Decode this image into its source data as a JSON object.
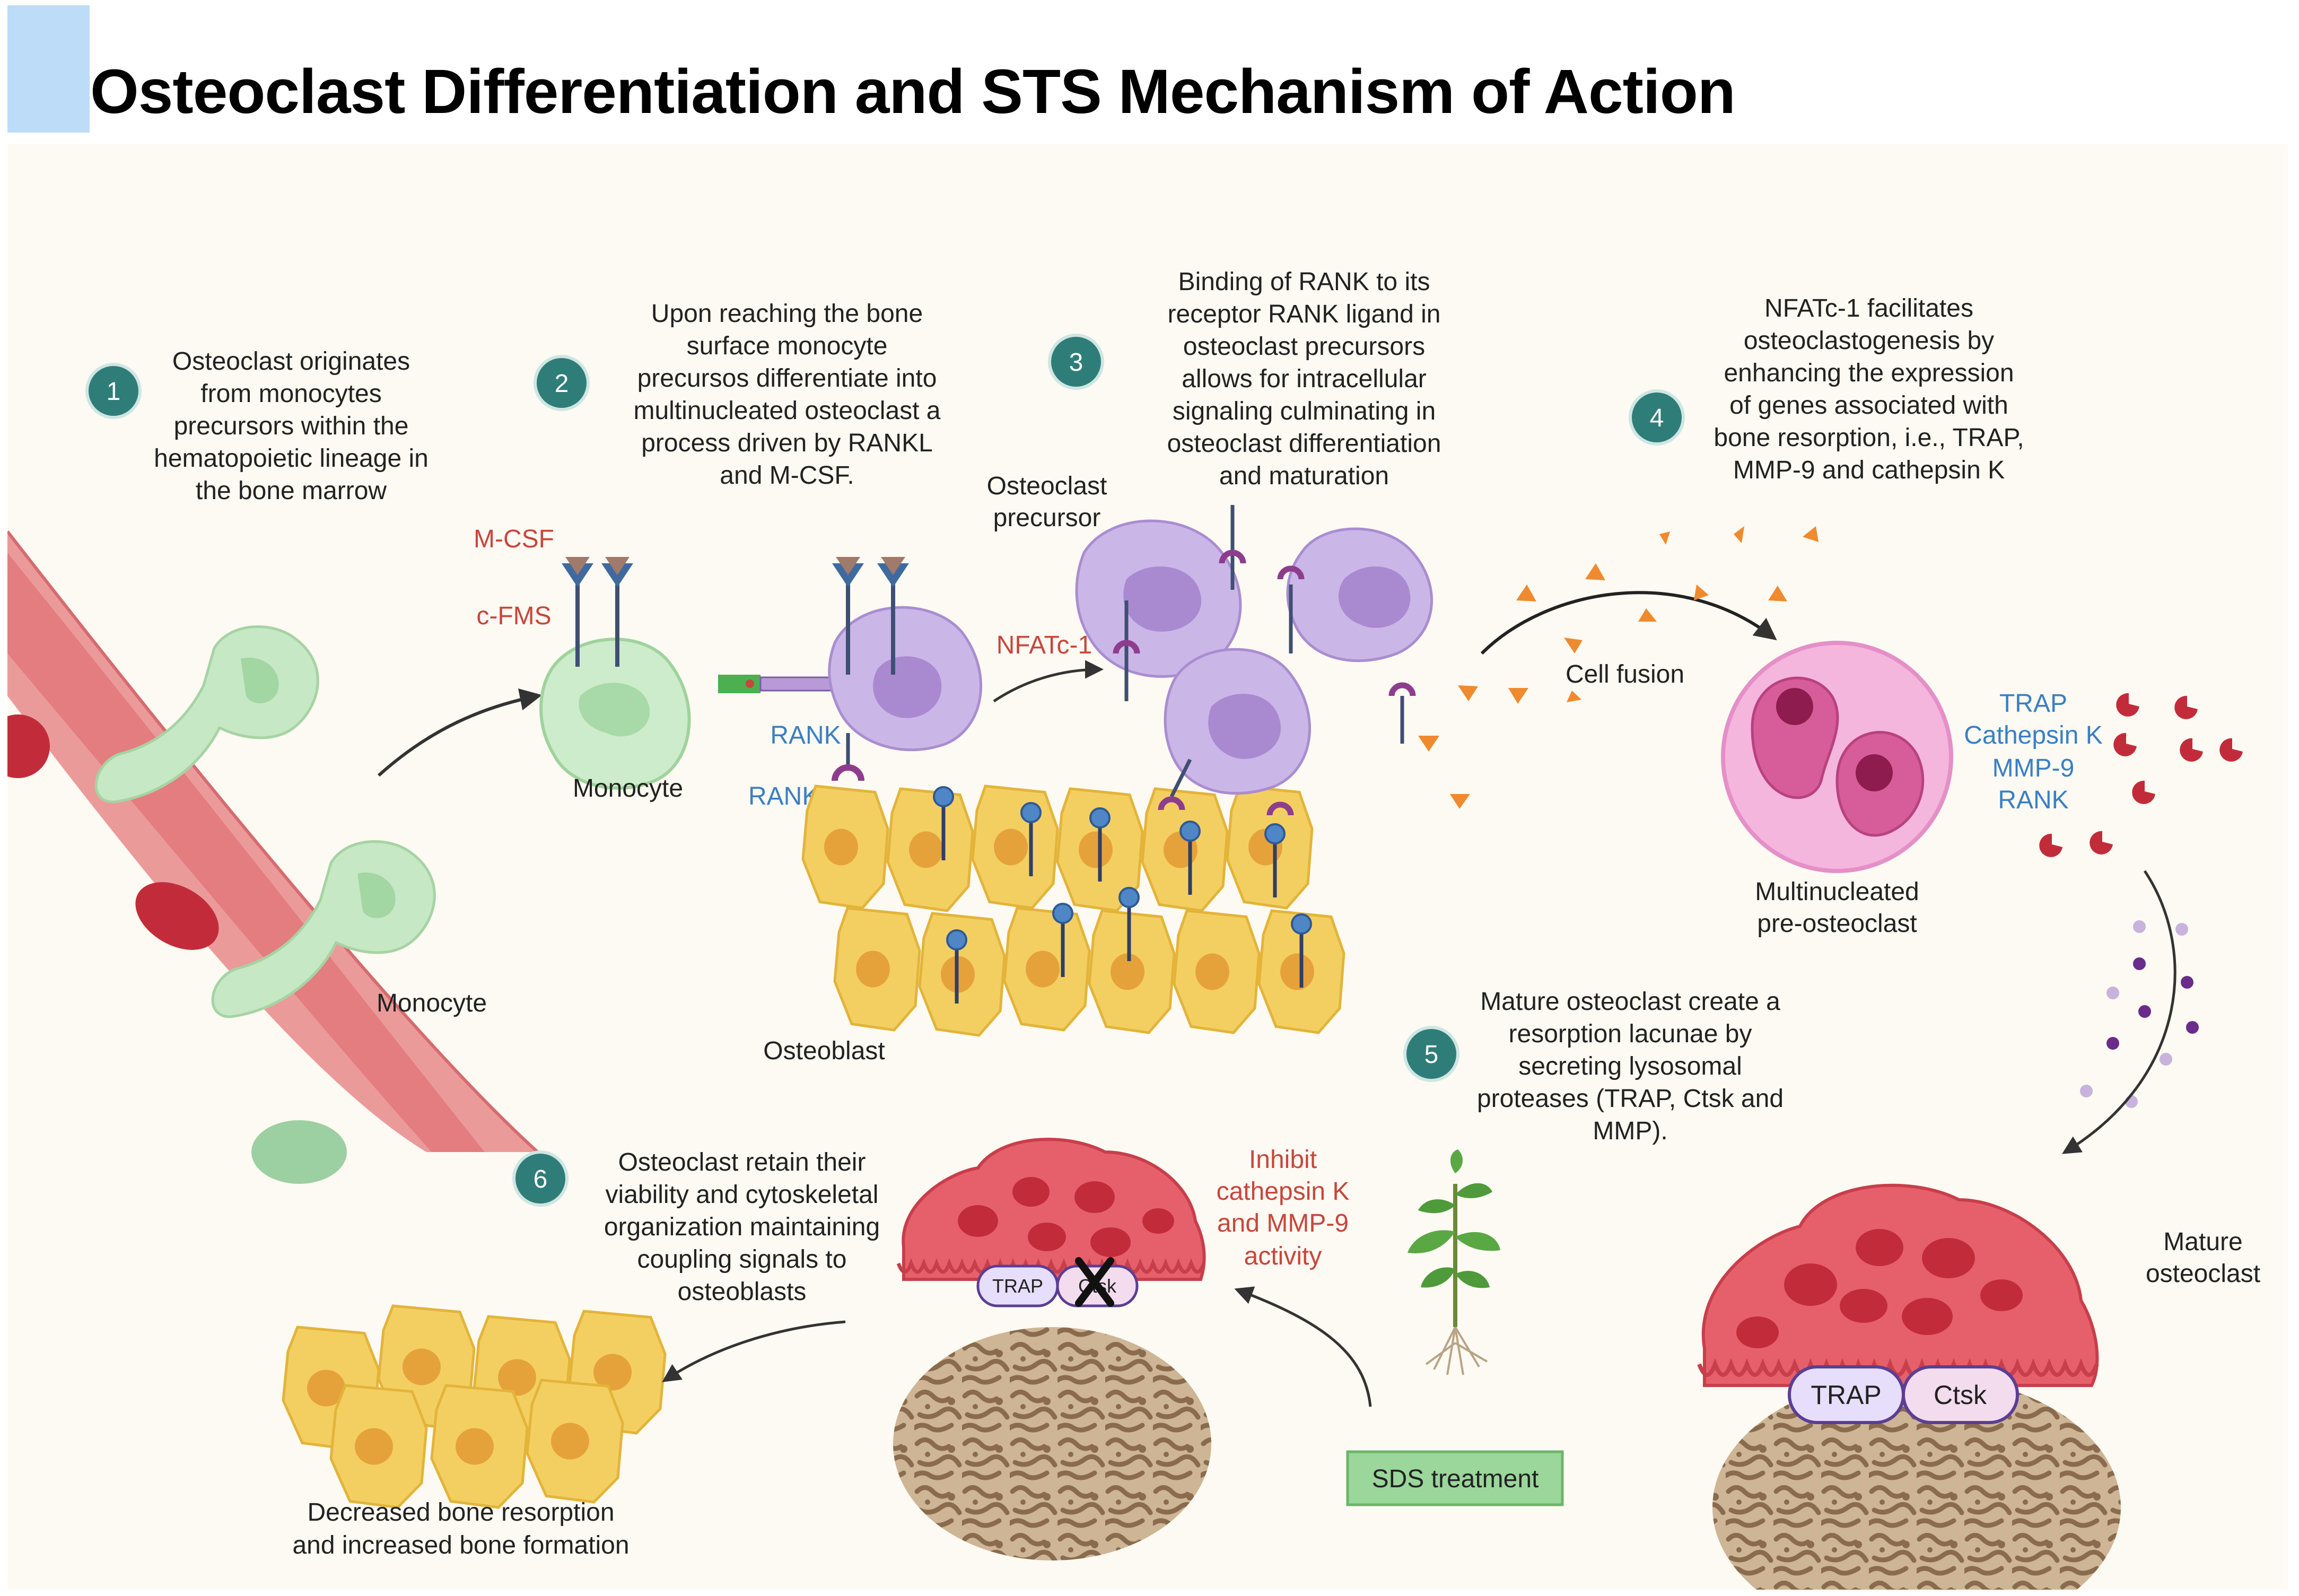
{
  "title": "Osteoclast Differentiation and STS Mechanism of Action",
  "steps": [
    {
      "n": "1",
      "lines": [
        "Osteoclast originates",
        "from monocytes",
        "precursors within the",
        "hematopoietic lineage in",
        "the bone marrow"
      ]
    },
    {
      "n": "2",
      "lines": [
        "Upon reaching the bone",
        "surface monocyte",
        "precursos differentiate into",
        "multinucleated osteoclast a",
        "process driven by RANKL",
        "and M-CSF."
      ]
    },
    {
      "n": "3",
      "lines": [
        "Binding of RANK to its",
        "receptor RANK ligand in",
        "osteoclast precursors",
        "allows for intracellular",
        "signaling culminating in",
        "osteoclast differentiation",
        "and maturation"
      ]
    },
    {
      "n": "4",
      "lines": [
        "NFATc-1 facilitates",
        "osteoclastogenesis by",
        "enhancing the expression",
        "of genes associated with",
        "bone resorption, i.e., TRAP,",
        "MMP-9 and cathepsin K"
      ]
    },
    {
      "n": "5",
      "lines": [
        "Mature osteoclast create a",
        "resorption lacunae by",
        "secreting lysosomal",
        "proteases (TRAP, Ctsk and",
        "MMP)."
      ]
    },
    {
      "n": "6",
      "lines": [
        "Osteoclast retain their",
        "viability and cytoskeletal",
        "organization maintaining",
        "coupling signals to",
        "osteoblasts"
      ]
    }
  ],
  "labels": {
    "m_csf": "M-CSF",
    "c_fms": "c-FMS",
    "monocyte_vessel": "Monocyte",
    "monocyte_cell": "Monocyte",
    "rank": "RANK",
    "rank_l": "RANK-L",
    "nfatc1": "NFATc-1",
    "osteoclast_precursor": [
      "Osteoclast",
      "precursor"
    ],
    "osteoblast": "Osteoblast",
    "cell_fusion": "Cell fusion",
    "multinucleated": [
      "Multinucleated",
      "pre-osteoclast"
    ],
    "secreted": [
      "TRAP",
      "Cathepsin K",
      "MMP-9",
      "RANK"
    ],
    "mature_osteoclast": [
      "Mature",
      "osteoclast"
    ],
    "trap": "TRAP",
    "ctsk": "Ctsk",
    "inhibit": [
      "Inhibit",
      "cathepsin K",
      "and MMP-9",
      "activity"
    ],
    "sds_treatment": "SDS treatment",
    "outcome": [
      "Decreased bone resorption",
      "and increased bone formation"
    ]
  },
  "colors": {
    "step_badge": "#2f7d78",
    "red_label": "#c8463c",
    "blue_label": "#3a7fc4",
    "vessel": "#e58686",
    "monocyte": "#cbeacb",
    "precursor": "#cbb6e8",
    "osteoblast": "#f3cf62",
    "osteoclast": "#e05f6a",
    "bone": "#d8c3a6",
    "treatment_box": "#9bd69a"
  }
}
